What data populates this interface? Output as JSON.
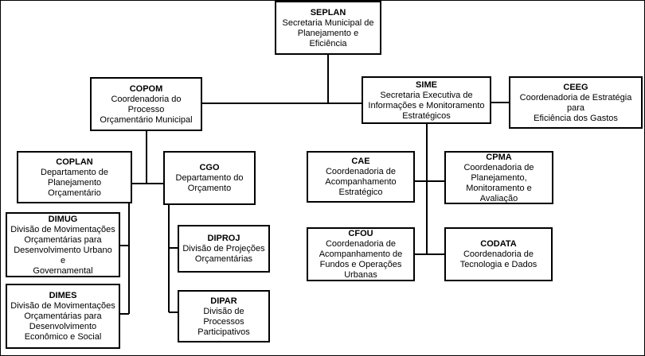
{
  "units": {
    "seplan": {
      "abbr": "SEPLAN",
      "name": "Secretaria Municipal de\nPlanejamento e Eficiência"
    },
    "copom": {
      "abbr": "COPOM",
      "name": "Coordenadoria do Processo\nOrçamentário Municipal"
    },
    "sime": {
      "abbr": "SIME",
      "name": "Secretaria Executiva de\nInformações e Monitoramento\nEstratégicos"
    },
    "ceeg": {
      "abbr": "CEEG",
      "name": "Coordenadoria de Estratégia para\nEficiência dos Gastos"
    },
    "coplan": {
      "abbr": "COPLAN",
      "name": "Departamento de\nPlanejamento Orçamentário"
    },
    "cgo": {
      "abbr": "CGO",
      "name": "Departamento do\nOrçamento"
    },
    "cae": {
      "abbr": "CAE",
      "name": "Coordenadoria de\nAcompanhamento\nEstratégico"
    },
    "cpma": {
      "abbr": "CPMA",
      "name": "Coordenadoria de\nPlanejamento,\nMonitoramento e Avaliação"
    },
    "dimug": {
      "abbr": "DIMUG",
      "name": "Divisão de Movimentações\nOrçamentárias para\nDesenvolvimento Urbano e\nGovernamental"
    },
    "diproj": {
      "abbr": "DIPROJ",
      "name": "Divisão de Projeções\nOrçamentárias"
    },
    "cfou": {
      "abbr": "CFOU",
      "name": "Coordenadoria de\nAcompanhamento de\nFundos e Operações\nUrbanas"
    },
    "codata": {
      "abbr": "CODATA",
      "name": "Coordenadoria de\nTecnologia e Dados"
    },
    "dimes": {
      "abbr": "DIMES",
      "name": "Divisão de Movimentações\nOrçamentárias para\nDesenvolvimento\nEconômico e Social"
    },
    "dipar": {
      "abbr": "DIPAR",
      "name": "Divisão de Processos\nParticipativos"
    }
  }
}
